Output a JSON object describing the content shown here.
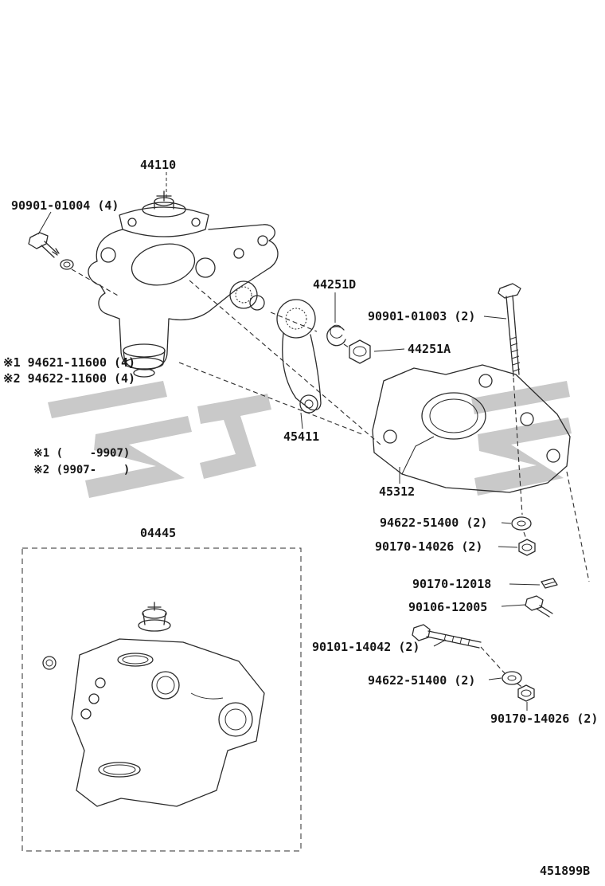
{
  "diagram_code": "451899B",
  "colors": {
    "line": "#2b2b2b",
    "watermark": "#c9c9c9",
    "background": "#ffffff"
  },
  "callouts": {
    "steering_gear_assembly": "44110",
    "gear_mount_bolt": "90901-01004 (4)",
    "snap_ring": "44251D",
    "bracket_bolt_long": "90901-01003 (2)",
    "sector_shaft_nut": "44251A",
    "gasket_early": "※1 94621-11600 (4)",
    "gasket_late": "※2 94622-11600 (4)",
    "pitman_arm": "45411",
    "note_early": "※1 (    -9907)",
    "note_late": "※2 (9907-    )",
    "gear_bracket": "45312",
    "gasket_kit": "04445",
    "washer_upper": "94622-51400 (2)",
    "nut_upper": "90170-14026 (2)",
    "stud_bolt": "90170-12018",
    "bolt_small": "90106-12005",
    "through_bolt": "90101-14042 (2)",
    "washer_lower": "94622-51400 (2)",
    "nut_lower": "90170-14026 (2)"
  }
}
